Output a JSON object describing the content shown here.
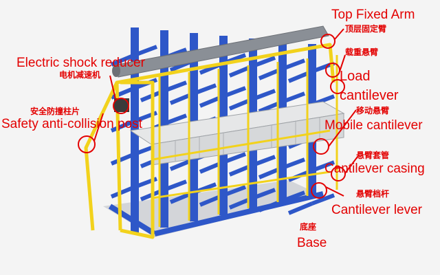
{
  "colors": {
    "rack_blue": "#2e57c8",
    "frame_yellow": "#f2d21c",
    "pipe_grey": "#8a8f96",
    "profile_grey": "#d6d8da",
    "annotation_red": "#e30000",
    "background": "#f4f4f4"
  },
  "labels": {
    "top_fixed_arm": {
      "en": "Top Fixed Arm",
      "zh": "顶层固定臂"
    },
    "load_cantilever": {
      "zh": "载重悬臂",
      "en_line1": "Load",
      "en_line2": "cantilever"
    },
    "electric_shock_reducer": {
      "en": "Electric shock reducer",
      "zh": "电机减速机"
    },
    "mobile_cantilever": {
      "zh": "移动悬臂",
      "en": "Mobile cantilever"
    },
    "safety_post": {
      "zh": "安全防撞柱片",
      "en": "Safety anti-collision post"
    },
    "cantilever_casing": {
      "zh": "悬臂套管",
      "en": "Cantilever casing"
    },
    "cantilever_lever": {
      "zh": "悬臂档杆",
      "en": "Cantilever lever"
    },
    "base": {
      "zh": "底座",
      "en": "Base"
    }
  }
}
